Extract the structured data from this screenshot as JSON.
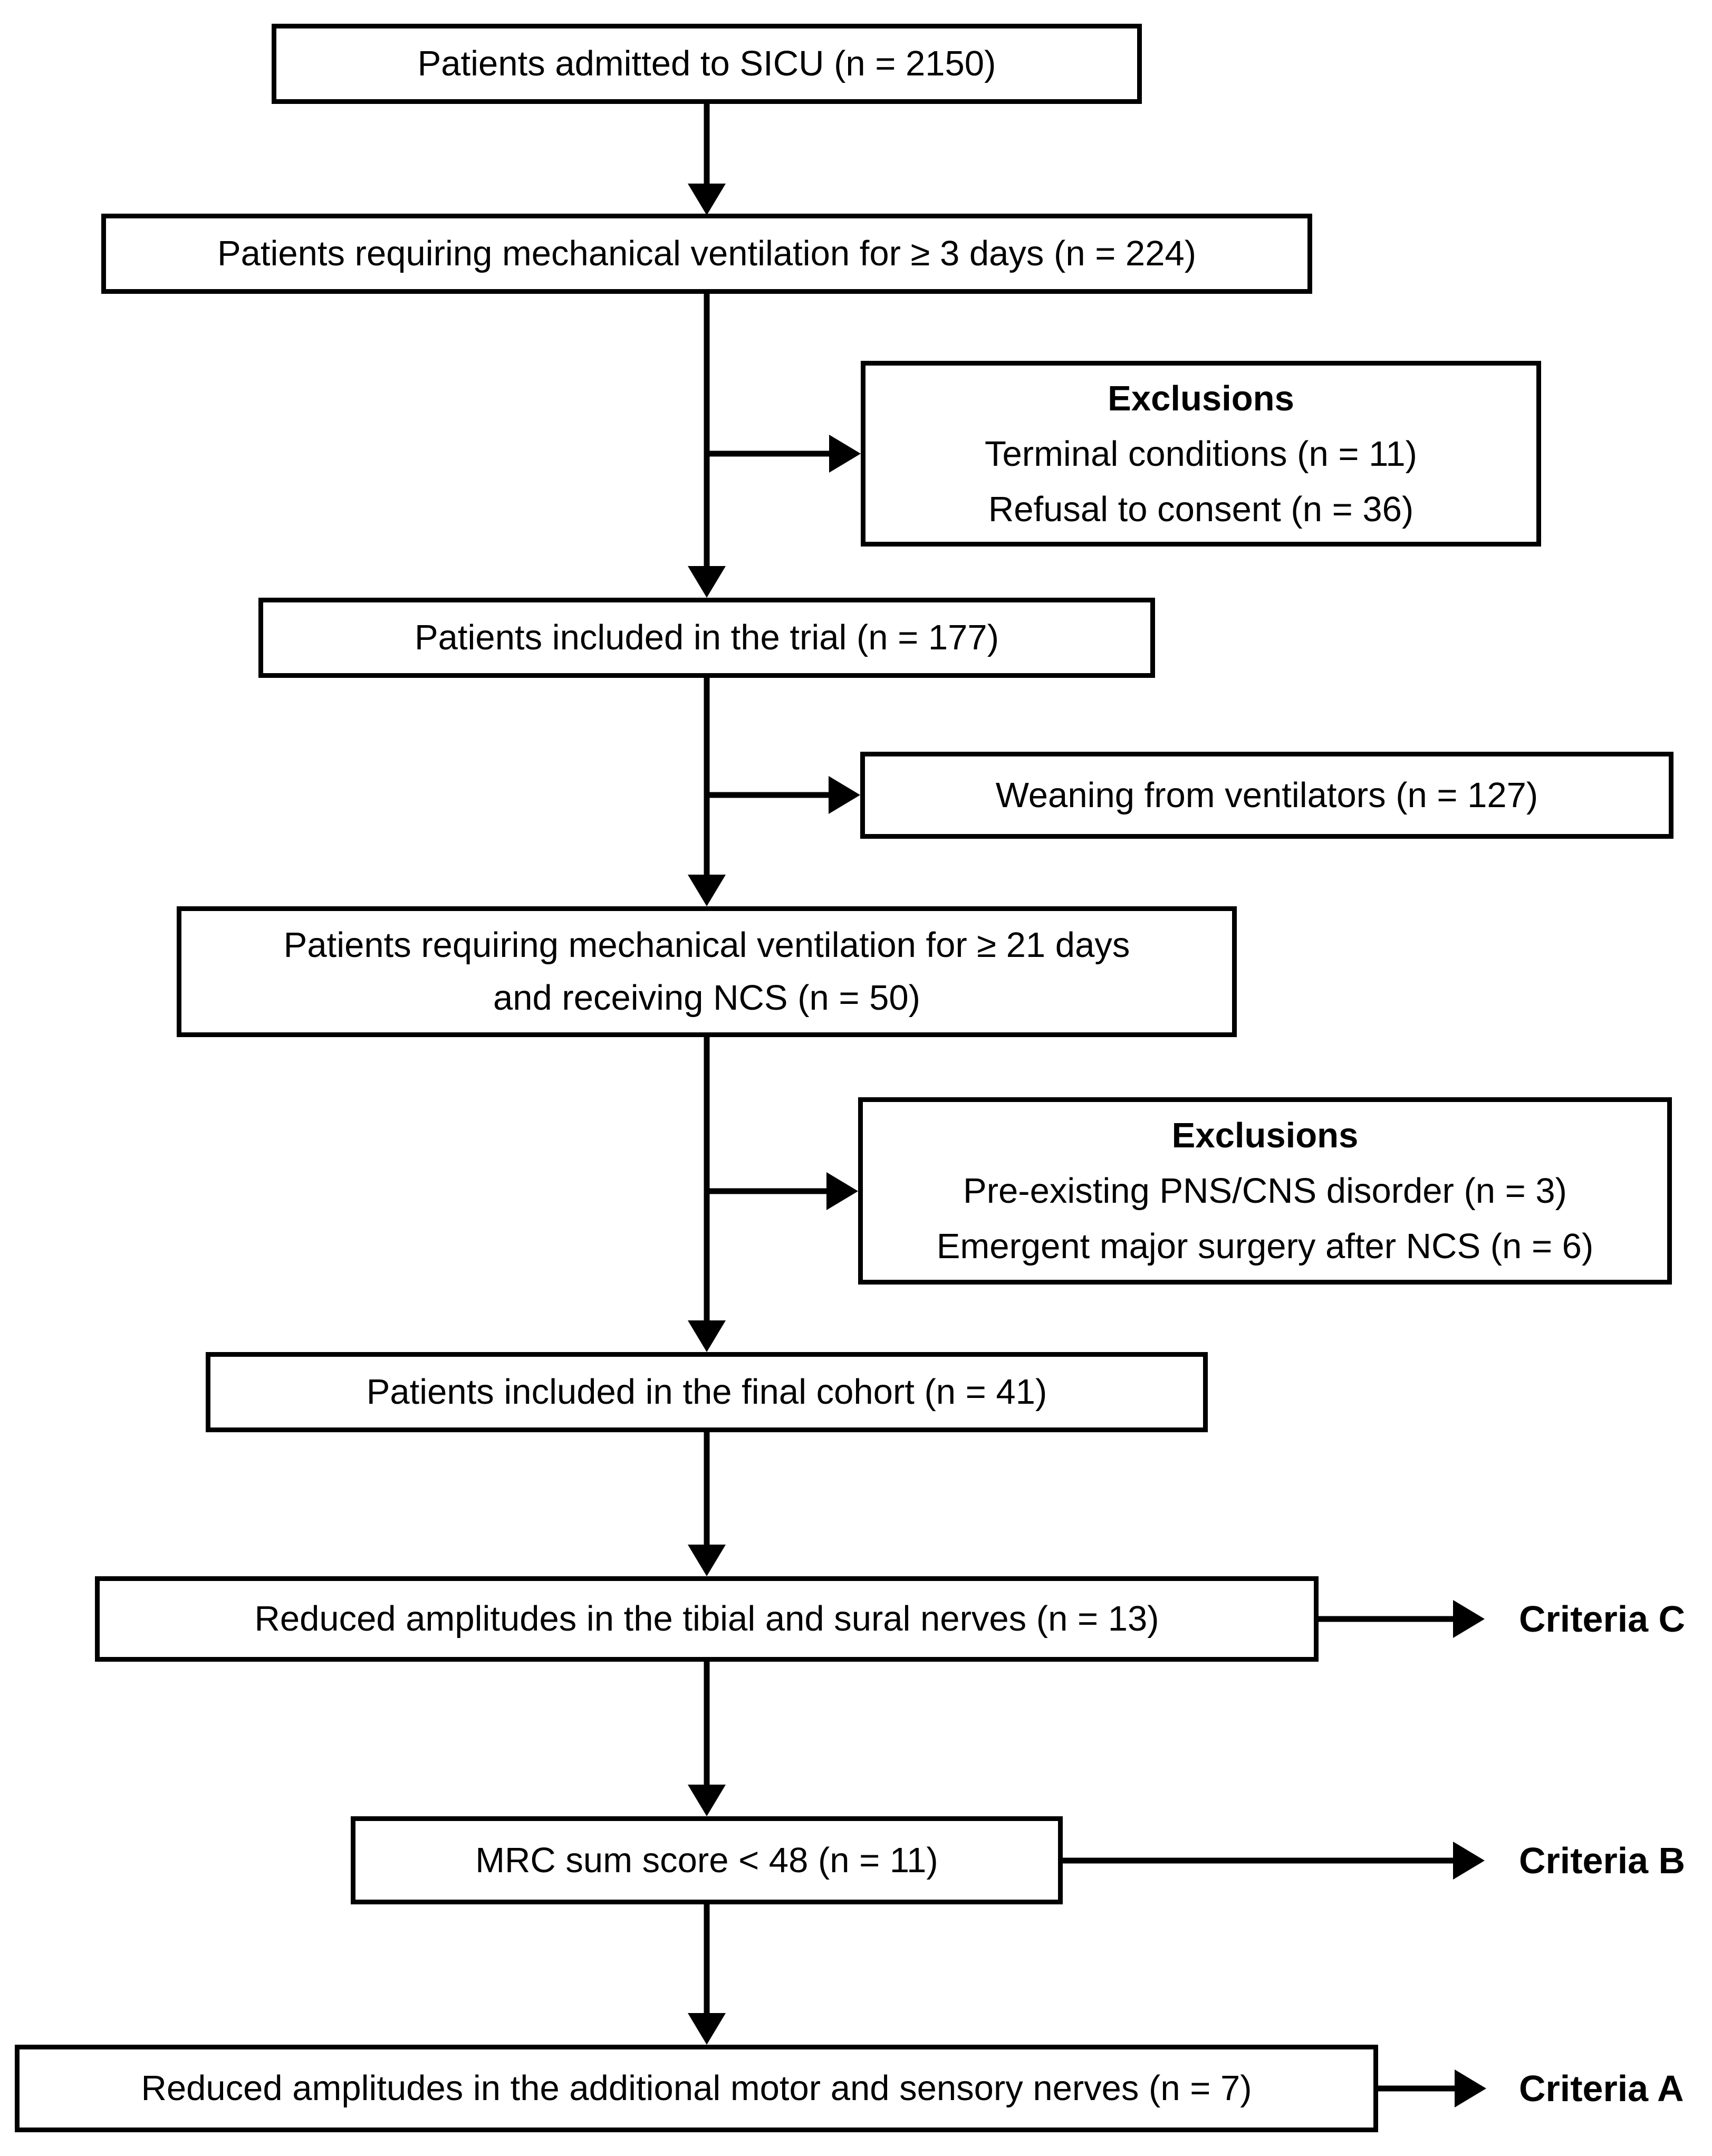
{
  "colors": {
    "border": "#000000",
    "background": "#ffffff",
    "text": "#000000"
  },
  "flow": {
    "boxes": {
      "sicu": {
        "text": "Patients admitted to SICU (n = 2150)"
      },
      "mv3": {
        "text": "Patients requiring mechanical ventilation for ≥ 3 days (n = 224)"
      },
      "excl1": {
        "title": "Exclusions",
        "line1": "Terminal conditions (n = 11)",
        "line2": "Refusal to consent (n = 36)"
      },
      "trial": {
        "text": "Patients included in the trial (n = 177)"
      },
      "weaning": {
        "text": "Weaning from ventilators (n = 127)"
      },
      "mv21": {
        "text": "Patients requiring mechanical ventilation for ≥ 21 days\nand receiving NCS (n = 50)"
      },
      "excl2": {
        "title": "Exclusions",
        "line1": "Pre-existing PNS/CNS disorder (n = 3)",
        "line2": "Emergent major surgery after NCS (n = 6)"
      },
      "final": {
        "text": "Patients included in the final cohort (n = 41)"
      },
      "tibial_sural": {
        "text": "Reduced amplitudes in the tibial and sural nerves (n = 13)"
      },
      "mrc": {
        "text": "MRC sum score < 48 (n = 11)"
      },
      "additional": {
        "text": "Reduced amplitudes in the additional motor and sensory nerves (n = 7)"
      }
    },
    "labels": {
      "criteria_c": "Criteria C",
      "criteria_b": "Criteria B",
      "criteria_a": "Criteria A"
    }
  }
}
